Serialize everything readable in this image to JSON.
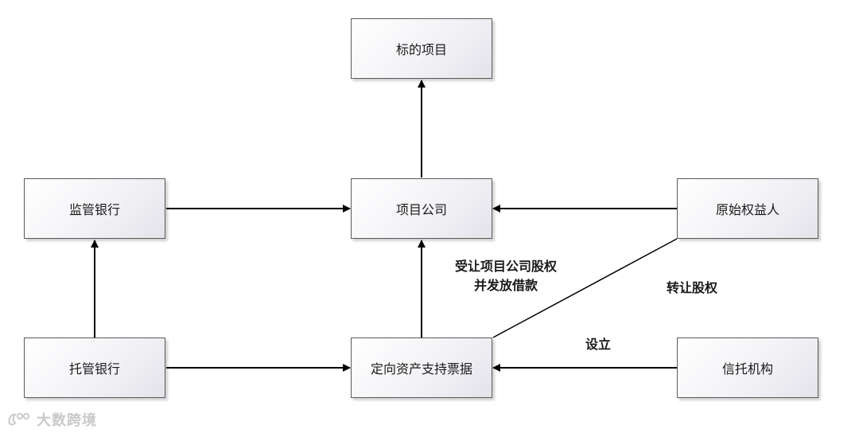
{
  "nodes": {
    "target_project": "标的项目",
    "supervising_bank": "监管银行",
    "project_company": "项目公司",
    "original_rights_holder": "原始权益人",
    "custodian_bank": "托管银行",
    "abn": "定向资产支持票据",
    "trust": "信托机构"
  },
  "edge_labels": {
    "acquire_line1": "受让项目公司股权",
    "acquire_line2": "并发放借款",
    "transfer_equity": "转让股权",
    "establish": "设立"
  },
  "watermark": {
    "text": "大数跨境",
    "icon": "logo-icon"
  }
}
